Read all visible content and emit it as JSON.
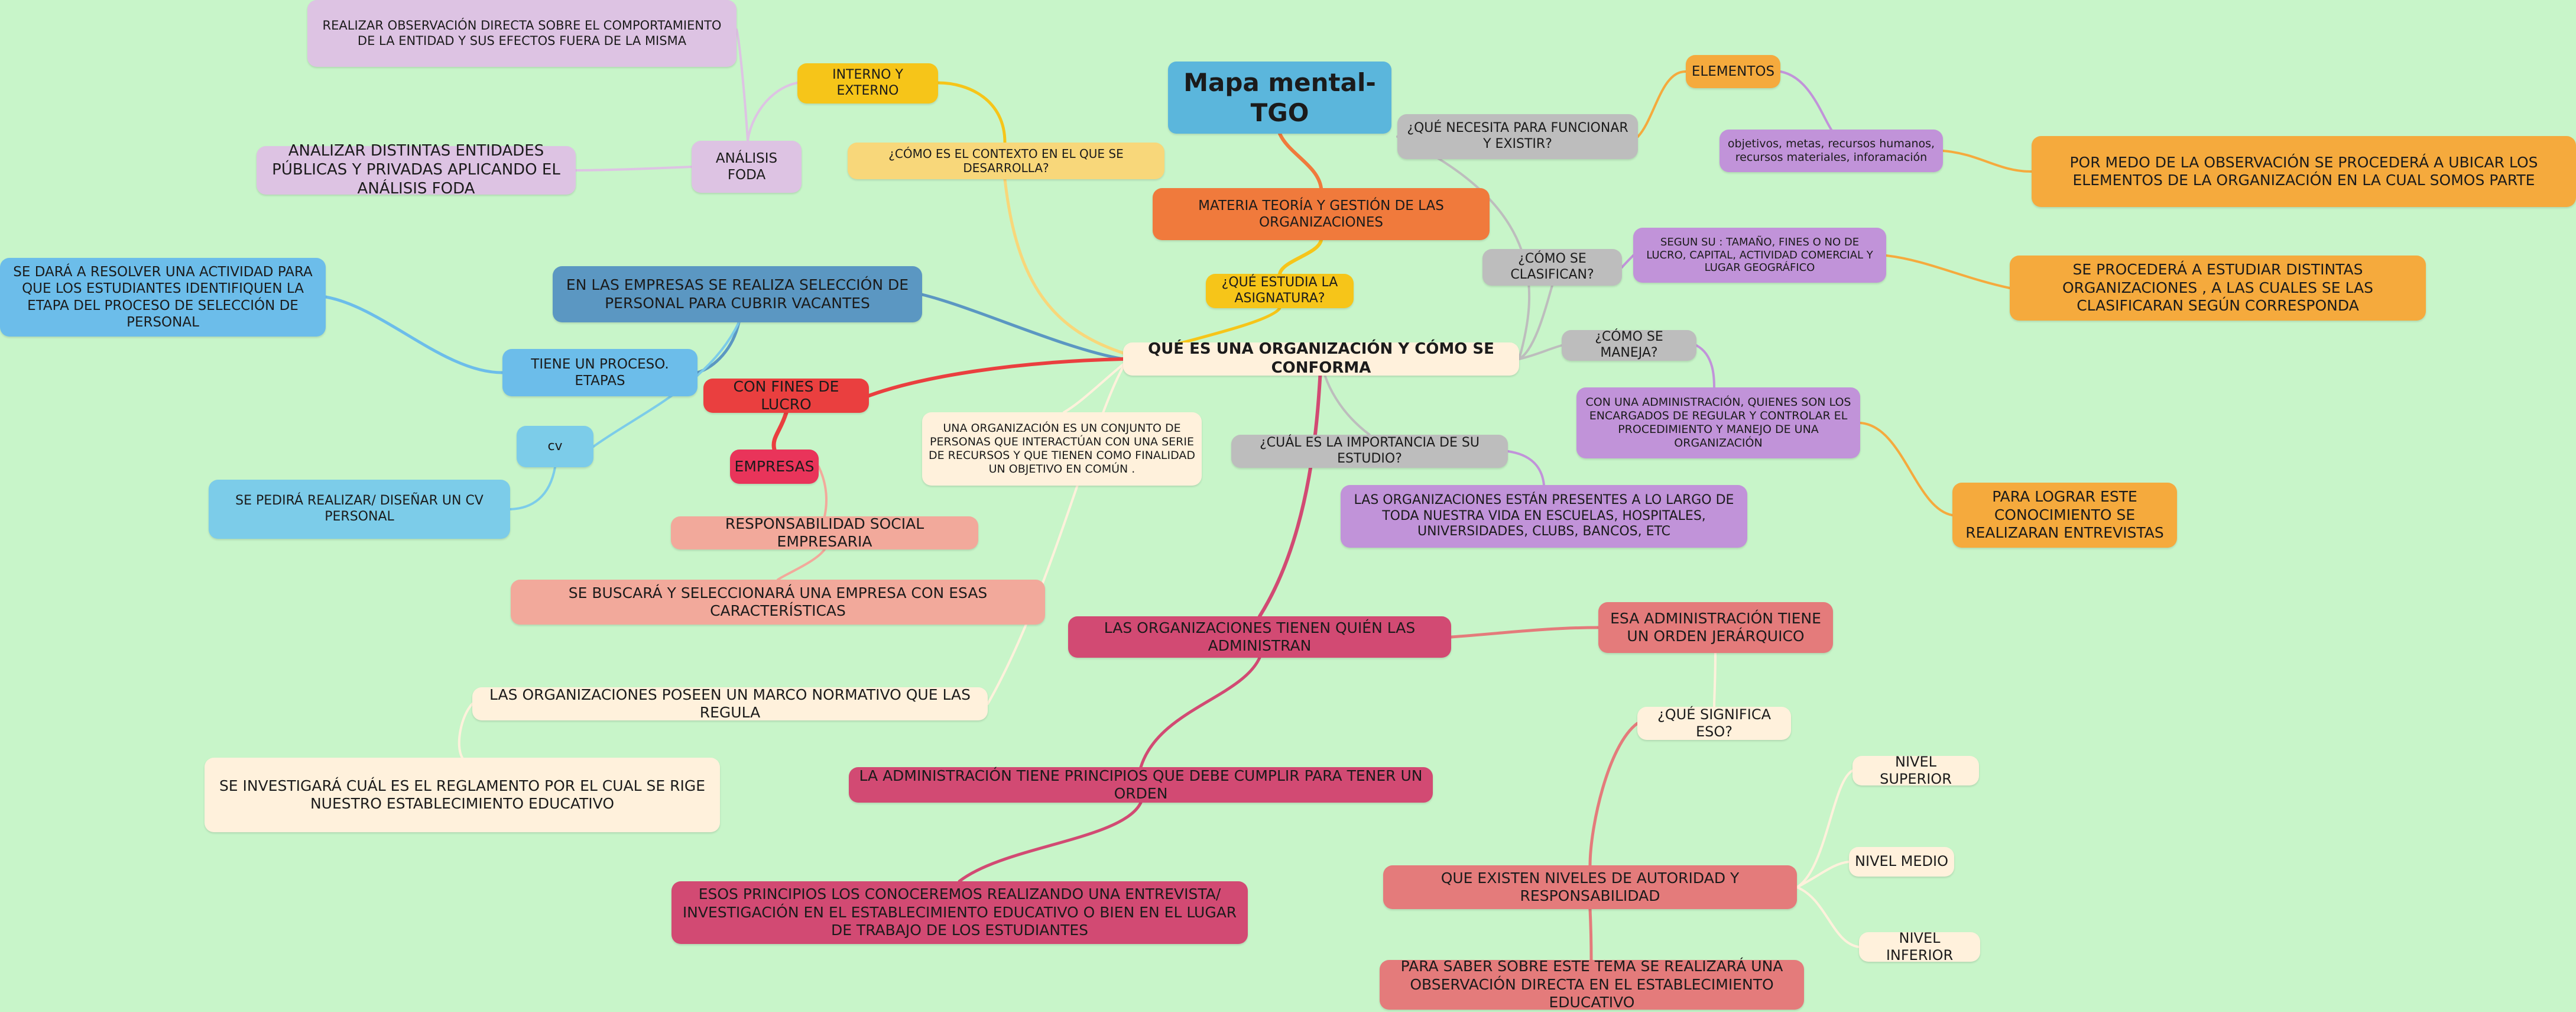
{
  "root": "Mapa mental-TGO",
  "center": "QUÉ ES UNA ORGANIZACIÓN Y CÓMO SE CONFORMA",
  "materia": "MATERIA TEORÍA Y GESTIÓN DE LAS ORGANIZACIONES",
  "que_estudia": "¿QUÉ ESTUDIA LA ASIGNATURA?",
  "contexto": "¿CÓMO ES EL CONTEXTO EN EL QUE SE DESARROLLA?",
  "interno_externo": "INTERNO Y EXTERNO",
  "observacion_directa": "REALIZAR OBSERVACIÓN DIRECTA SOBRE EL COMPORTAMIENTO DE LA ENTIDAD Y SUS EFECTOS FUERA DE LA MISMA",
  "analisis_foda": "ANÁLISIS FODA",
  "analizar_entidades": "ANALIZAR DISTINTAS ENTIDADES PÚBLICAS Y PRIVADAS APLICANDO EL ANÁLISIS FODA",
  "seleccion_personal": "EN LAS EMPRESAS SE REALIZA SELECCIÓN DE PERSONAL PARA CUBRIR VACANTES",
  "resolver_actividad": "SE DARÁ A RESOLVER UNA ACTIVIDAD PARA QUE LOS ESTUDIANTES IDENTIFIQUEN LA ETAPA DEL PROCESO DE SELECCIÓN DE PERSONAL",
  "proceso_etapas": "TIENE UN PROCESO. ETAPAS",
  "cv": "cv",
  "realizar_cv": "SE PEDIRÁ REALIZAR/ DISEÑAR UN CV PERSONAL",
  "fines_lucro": "CON FINES DE LUCRO",
  "empresas": "EMPRESAS",
  "responsabilidad_social": "RESPONSABILIDAD SOCIAL EMPRESARIA",
  "buscar_empresa": "SE BUSCARÁ Y SELECCIONARÁ UNA EMPRESA CON ESAS CARACTERÍSTICAS",
  "definicion": "UNA ORGANIZACIÓN ES UN CONJUNTO DE PERSONAS QUE INTERACTÚAN CON UNA SERIE DE RECURSOS Y QUE TIENEN COMO FINALIDAD UN OBJETIVO EN COMÚN .",
  "marco_normativo": "LAS ORGANIZACIONES POSEEN UN MARCO NORMATIVO QUE LAS REGULA",
  "investigar_reglamento": "SE INVESTIGARÁ CUÁL ES EL REGLAMENTO POR EL CUAL SE RIGE NUESTRO ESTABLECIMIENTO EDUCATIVO",
  "necesita_funcionar": "¿QUÉ NECESITA PARA FUNCIONAR Y EXISTIR?",
  "elementos": "ELEMENTOS",
  "objetivos": "objetivos, metas, recursos humanos, recursos materiales, inforamación",
  "observacion_elementos": "POR MEDO DE LA OBSERVACIÓN SE PROCEDERÁ A UBICAR LOS ELEMENTOS DE LA ORGANIZACIÓN EN LA CUAL SOMOS PARTE",
  "como_clasifican": "¿CÓMO SE CLASIFICAN?",
  "segun_tamano": "SEGUN SU : TAMAÑO, FINES O NO DE LUCRO, CAPITAL, ACTIVIDAD COMERCIAL Y LUGAR GEOGRÁFICO",
  "estudiar_organizaciones": "SE PROCEDERÁ A ESTUDIAR DISTINTAS ORGANIZACIONES , A LAS CUALES SE LAS CLASIFICARAN SEGÚN CORRESPONDA",
  "como_maneja": "¿CÓMO SE MANEJA?",
  "administracion": "CON UNA ADMINISTRACIÓN, QUIENES SON LOS ENCARGADOS DE REGULAR Y CONTROLAR EL PROCEDIMIENTO Y MANEJO DE UNA ORGANIZACIÓN",
  "entrevistas": "PARA LOGRAR ESTE CONOCIMIENTO SE REALIZARAN ENTREVISTAS",
  "importancia": "¿CUÁL ES LA IMPORTANCIA DE SU ESTUDIO?",
  "presentes": "LAS ORGANIZACIONES ESTÁN PRESENTES A LO LARGO DE TODA NUESTRA VIDA EN ESCUELAS, HOSPITALES, UNIVERSIDADES, CLUBS, BANCOS, ETC",
  "quien_administran": "LAS ORGANIZACIONES TIENEN QUIÉN LAS ADMINISTRAN",
  "orden_jerarquico": "ESA ADMINISTRACIÓN TIENE UN ORDEN JERÁRQUICO",
  "que_significa": "¿QUÉ SIGNIFICA ESO?",
  "niveles": "QUE EXISTEN NIVELES DE AUTORIDAD Y RESPONSABILIDAD",
  "nivel_superior": "NIVEL SUPERIOR",
  "nivel_medio": "NIVEL MEDIO",
  "nivel_inferior": "NIVEL INFERIOR",
  "observacion_niveles": "PARA SABER SOBRE ESTE TEMA SE REALIZARÁ UNA OBSERVACIÓN DIRECTA EN EL ESTABLECIMIENTO EDUCATIVO",
  "principios": "LA ADMINISTRACIÓN TIENE PRINCIPIOS QUE DEBE CUMPLIR PARA TENER UN ORDEN",
  "principios_conocer": "ESOS PRINCIPIOS LOS CONOCEREMOS REALIZANDO UNA ENTREVISTA/ INVESTIGACIÓN EN EL ESTABLECIMIENTO EDUCATIVO O BIEN EN EL LUGAR DE TRABAJO DE LOS ESTUDIANTES",
  "colors": {
    "background": "#c8f5c9",
    "blue": "#5bb6dc",
    "orange": "#f07a3c",
    "yellow": "#f6c519",
    "purple": "#c193d9",
    "red": "#ea3f3f",
    "magenta": "#d24a73"
  }
}
